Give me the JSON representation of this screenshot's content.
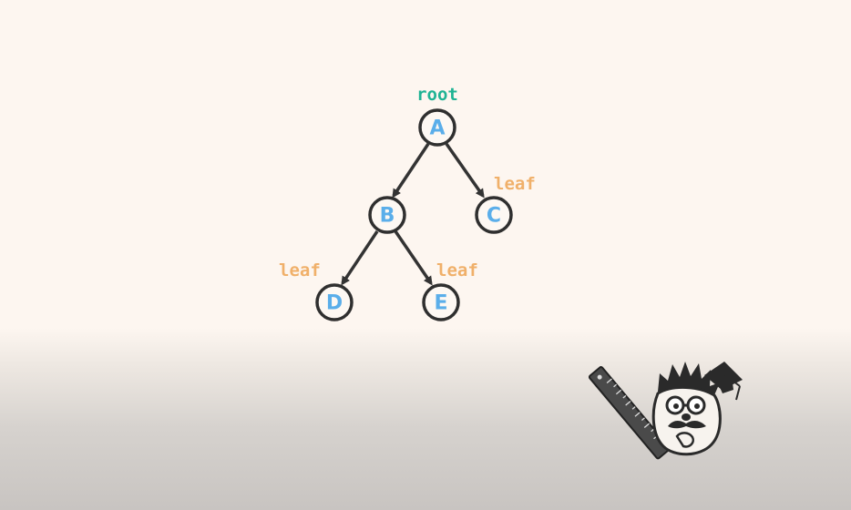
{
  "tree": {
    "nodes": [
      {
        "id": "A",
        "label": "A"
      },
      {
        "id": "B",
        "label": "B"
      },
      {
        "id": "C",
        "label": "C"
      },
      {
        "id": "D",
        "label": "D"
      },
      {
        "id": "E",
        "label": "E"
      }
    ],
    "edges": [
      {
        "from": "A",
        "to": "B"
      },
      {
        "from": "A",
        "to": "C"
      },
      {
        "from": "B",
        "to": "D"
      },
      {
        "from": "B",
        "to": "E"
      }
    ],
    "root_label": "root",
    "leaf_label": "leaf"
  },
  "colors": {
    "node_text": "#5aaeea",
    "root_label": "#1fb394",
    "leaf_label": "#f0b06a",
    "edge": "#333333"
  },
  "mascot": {
    "icon": "professor-mascot-icon",
    "ruler_icon": "ruler-icon",
    "cap_icon": "graduation-cap-icon"
  }
}
